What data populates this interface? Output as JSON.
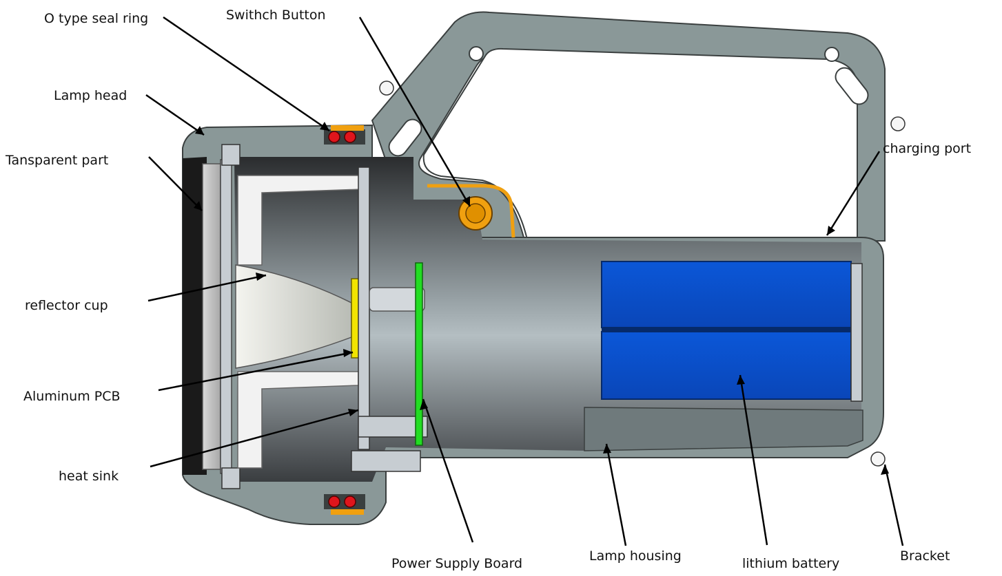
{
  "labels": {
    "o_ring": "O type seal ring",
    "switch_button": "Swithch Button",
    "lamp_head": "Lamp head",
    "transparent_part": "Tansparent part",
    "charging_port": "charging port",
    "reflector_cup": "reflector cup",
    "aluminum_pcb": "Aluminum PCB",
    "heat_sink": "heat sink",
    "power_supply_board": "Power Supply Board",
    "lamp_housing": "Lamp housing",
    "lithium_battery": "lithium battery",
    "bracket": "Bracket"
  },
  "colors": {
    "housing": "#8a9898",
    "housing_edge": "#3a3f3f",
    "interior": "#4a4d50",
    "battery": "#0a4ec8",
    "battery_dark": "#062a6a",
    "pcb_green": "#22dd22",
    "aluminum_pcb": "#f2e400",
    "seal_red": "#e0151c",
    "orange": "#f0a010",
    "metal": "#c7cdd2"
  }
}
